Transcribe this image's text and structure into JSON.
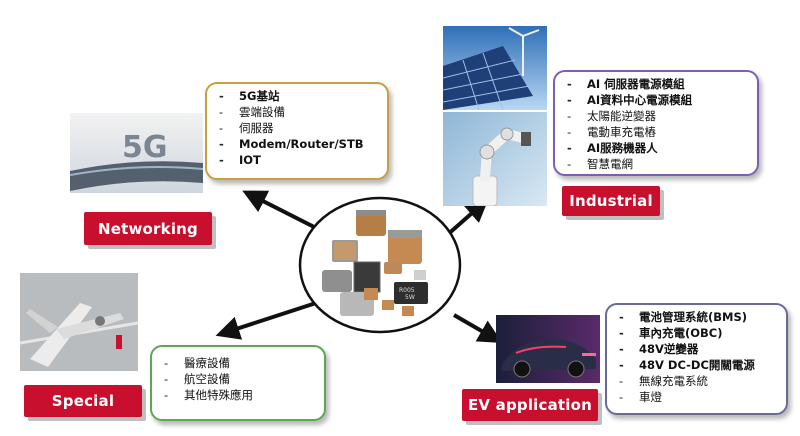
{
  "colors": {
    "label_red": "#c8102e",
    "networking_border": "#c8a040",
    "industrial_border": "#7a5fb8",
    "special_border": "#5aa850",
    "ev_border": "#6a6a9a"
  },
  "networking": {
    "label": "Networking",
    "items": [
      "5G基站",
      "雲端設備",
      "伺服器",
      "Modem/Router/STB",
      "IOT"
    ],
    "image_text": "5G"
  },
  "industrial": {
    "label": "Industrial",
    "items": [
      "AI 伺服器電源模組",
      "AI資料中心電源模組",
      "太陽能逆變器",
      "電動車充電樁",
      "AI服務機器人",
      "智慧電網"
    ]
  },
  "special": {
    "label": "Special",
    "items": [
      "醫療設備",
      "航空設備",
      "其他特殊應用"
    ]
  },
  "ev": {
    "label": "EV application",
    "items": [
      "電池管理系統(BMS)",
      "車內充電(OBC)",
      "48V逆變器",
      "48V DC-DC開關電源",
      "無線充電系統",
      "車燈"
    ]
  },
  "center": {
    "component_text": "R005\n5W"
  }
}
